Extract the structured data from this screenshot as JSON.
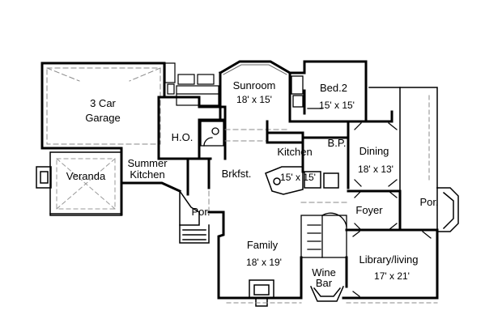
{
  "floor_plan": {
    "rooms": [
      {
        "id": "garage",
        "name_lines": [
          "3 Car",
          "Garage"
        ],
        "dims": ""
      },
      {
        "id": "veranda",
        "name_lines": [
          "Veranda"
        ],
        "dims": ""
      },
      {
        "id": "summer-kitchen",
        "name_lines": [
          "Summer",
          "Kitchen"
        ],
        "dims": ""
      },
      {
        "id": "ho",
        "name_lines": [
          "H.O."
        ],
        "dims": ""
      },
      {
        "id": "porch-west",
        "name_lines": [
          "Por."
        ],
        "dims": ""
      },
      {
        "id": "sunroom",
        "name_lines": [
          "Sunroom"
        ],
        "dims": "18' x 15'"
      },
      {
        "id": "bed2",
        "name_lines": [
          "Bed.2"
        ],
        "dims": "15' x 15'"
      },
      {
        "id": "kitchen",
        "name_lines": [
          "Kitchen"
        ],
        "dims": "15' x 15'"
      },
      {
        "id": "bp",
        "name_lines": [
          "B.P."
        ],
        "dims": ""
      },
      {
        "id": "dining",
        "name_lines": [
          "Dining"
        ],
        "dims": "18' x 13'"
      },
      {
        "id": "brkfst",
        "name_lines": [
          "Brkfst."
        ],
        "dims": ""
      },
      {
        "id": "foyer",
        "name_lines": [
          "Foyer"
        ],
        "dims": ""
      },
      {
        "id": "porch-east",
        "name_lines": [
          "Por."
        ],
        "dims": ""
      },
      {
        "id": "family",
        "name_lines": [
          "Family"
        ],
        "dims": "18' x 19'"
      },
      {
        "id": "wine-bar",
        "name_lines": [
          "Wine",
          "Bar"
        ],
        "dims": ""
      },
      {
        "id": "library",
        "name_lines": [
          "Library/living"
        ],
        "dims": "17' x 21'"
      }
    ]
  }
}
